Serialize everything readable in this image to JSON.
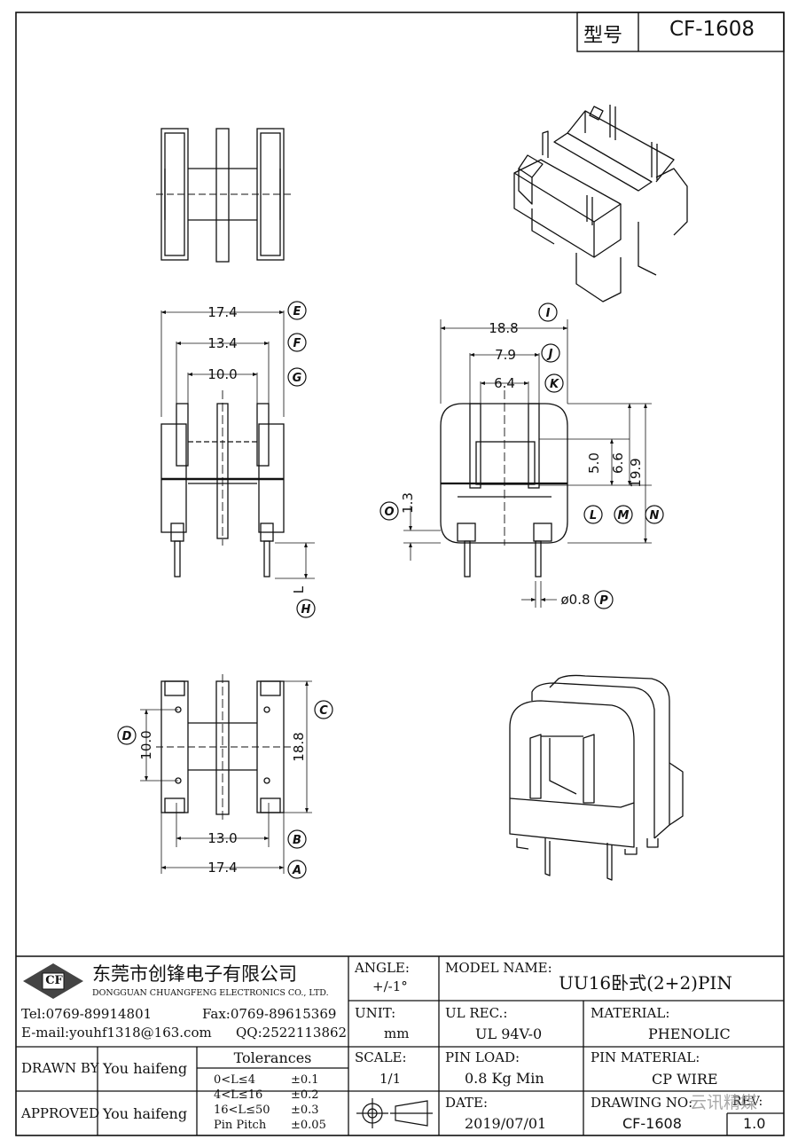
{
  "header": {
    "model_label": "型号",
    "model_value": "CF-1608"
  },
  "dims": {
    "E": "17.4",
    "F": "13.4",
    "G": "10.0",
    "I": "18.8",
    "J": "7.9",
    "K": "6.4",
    "L": "5.0",
    "M": "6.6",
    "N": "19.9",
    "O": "1.3",
    "P": "ø0.8",
    "H": "L",
    "C": "18.8",
    "D": "10.0",
    "B": "13.0",
    "A": "17.4"
  },
  "markers": [
    "A",
    "B",
    "C",
    "D",
    "E",
    "F",
    "G",
    "H",
    "I",
    "J",
    "K",
    "L",
    "M",
    "N",
    "O",
    "P"
  ],
  "company": {
    "logo": "CF",
    "name_cn": "东莞市创锋电子有限公司",
    "name_en": "DONGGUAN CHUANGFENG ELECTRONICS CO., LTD.",
    "tel": "Tel:0769-89914801",
    "fax": "Fax:0769-89615369",
    "email": "E-mail:youhf1318@163.com",
    "qq": "QQ:2522113862"
  },
  "titleblock": {
    "angle_label": "ANGLE:",
    "angle_value": "+/-1°",
    "unit_label": "UNIT:",
    "unit_value": "mm",
    "scale_label": "SCALE:",
    "scale_value": "1/1",
    "model_name_label": "MODEL NAME:",
    "model_name_value": "UU16卧式(2+2)PIN",
    "ul_label": "UL REC.:",
    "ul_value": "UL 94V-0",
    "material_label": "MATERIAL:",
    "material_value": "PHENOLIC",
    "pin_load_label": "PIN LOAD:",
    "pin_load_value": "0.8 Kg Min",
    "pin_material_label": "PIN MATERIAL:",
    "pin_material_value": "CP WIRE",
    "date_label": "DATE:",
    "date_value": "2019/07/01",
    "drawing_no_label": "DRAWING NO:",
    "drawing_no_value": "CF-1608",
    "rev_label": "REV:",
    "rev_value": "1.0",
    "drawn_by_label": "DRAWN BY",
    "drawn_by_value": "You haifeng",
    "approved_label": "APPROVED",
    "approved_value": "You haifeng",
    "tolerances_title": "Tolerances",
    "tolerances": [
      {
        "range": "0<L≤4",
        "value": "±0.1"
      },
      {
        "range": "4<L≤16",
        "value": "±0.2"
      },
      {
        "range": "16<L≤50",
        "value": "±0.3"
      },
      {
        "range": "Pin Pitch",
        "value": "±0.05"
      }
    ]
  },
  "watermark": "云讯精媒"
}
